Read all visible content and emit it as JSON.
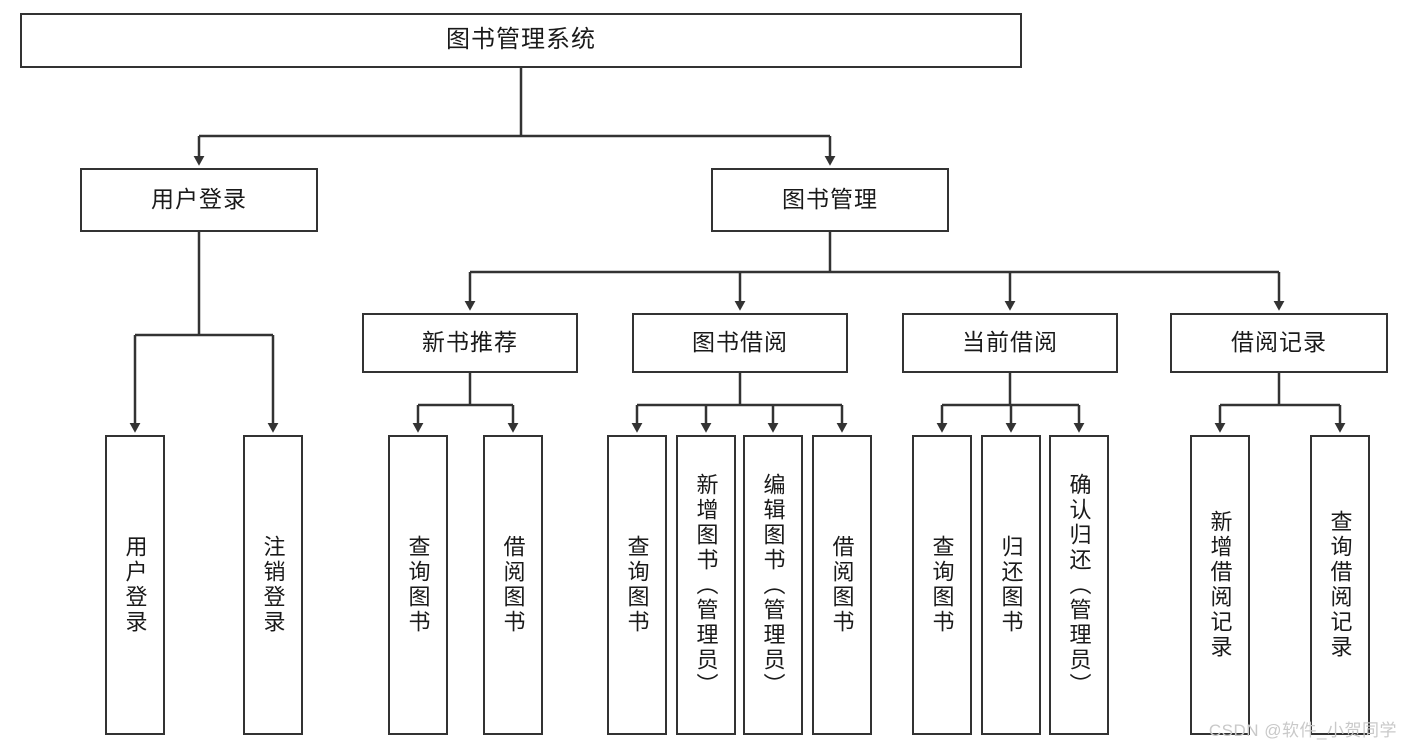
{
  "diagram": {
    "title": "图书管理系统",
    "type": "tree-hierarchy-diagram",
    "root": {
      "id": "root",
      "label": "图书管理系统"
    },
    "level2": [
      {
        "id": "user-login",
        "label": "用户登录"
      },
      {
        "id": "book-manage",
        "label": "图书管理"
      }
    ],
    "level3": [
      {
        "id": "new-book-recommend",
        "label": "新书推荐",
        "parent": "book-manage"
      },
      {
        "id": "book-borrow",
        "label": "图书借阅",
        "parent": "book-manage"
      },
      {
        "id": "current-borrow",
        "label": "当前借阅",
        "parent": "book-manage"
      },
      {
        "id": "borrow-record",
        "label": "借阅记录",
        "parent": "book-manage"
      }
    ],
    "leaves": [
      {
        "id": "leaf-user-login",
        "label": "用户登录",
        "parent": "user-login"
      },
      {
        "id": "leaf-logout",
        "label": "注销登录",
        "parent": "user-login"
      },
      {
        "id": "leaf-query-book-1",
        "label": "查询图书",
        "parent": "new-book-recommend"
      },
      {
        "id": "leaf-borrow-book-1",
        "label": "借阅图书",
        "parent": "new-book-recommend"
      },
      {
        "id": "leaf-query-book-2",
        "label": "查询图书",
        "parent": "book-borrow"
      },
      {
        "id": "leaf-add-book",
        "label": "新增图书（管理员）",
        "parent": "book-borrow"
      },
      {
        "id": "leaf-edit-book",
        "label": "编辑图书（管理员）",
        "parent": "book-borrow"
      },
      {
        "id": "leaf-borrow-book-2",
        "label": "借阅图书",
        "parent": "book-borrow"
      },
      {
        "id": "leaf-query-book-3",
        "label": "查询图书",
        "parent": "current-borrow"
      },
      {
        "id": "leaf-return-book",
        "label": "归还图书",
        "parent": "current-borrow"
      },
      {
        "id": "leaf-confirm-return",
        "label": "确认归还（管理员）",
        "parent": "current-borrow"
      },
      {
        "id": "leaf-add-record",
        "label": "新增借阅记录",
        "parent": "borrow-record"
      },
      {
        "id": "leaf-query-record",
        "label": "查询借阅记录",
        "parent": "borrow-record"
      }
    ],
    "colors": {
      "stroke": "#333333",
      "fill": "#ffffff",
      "text": "#1a1a1a",
      "watermark": "#c9c9c9"
    }
  },
  "watermark": {
    "text": "CSDN @软件_小贺同学"
  }
}
